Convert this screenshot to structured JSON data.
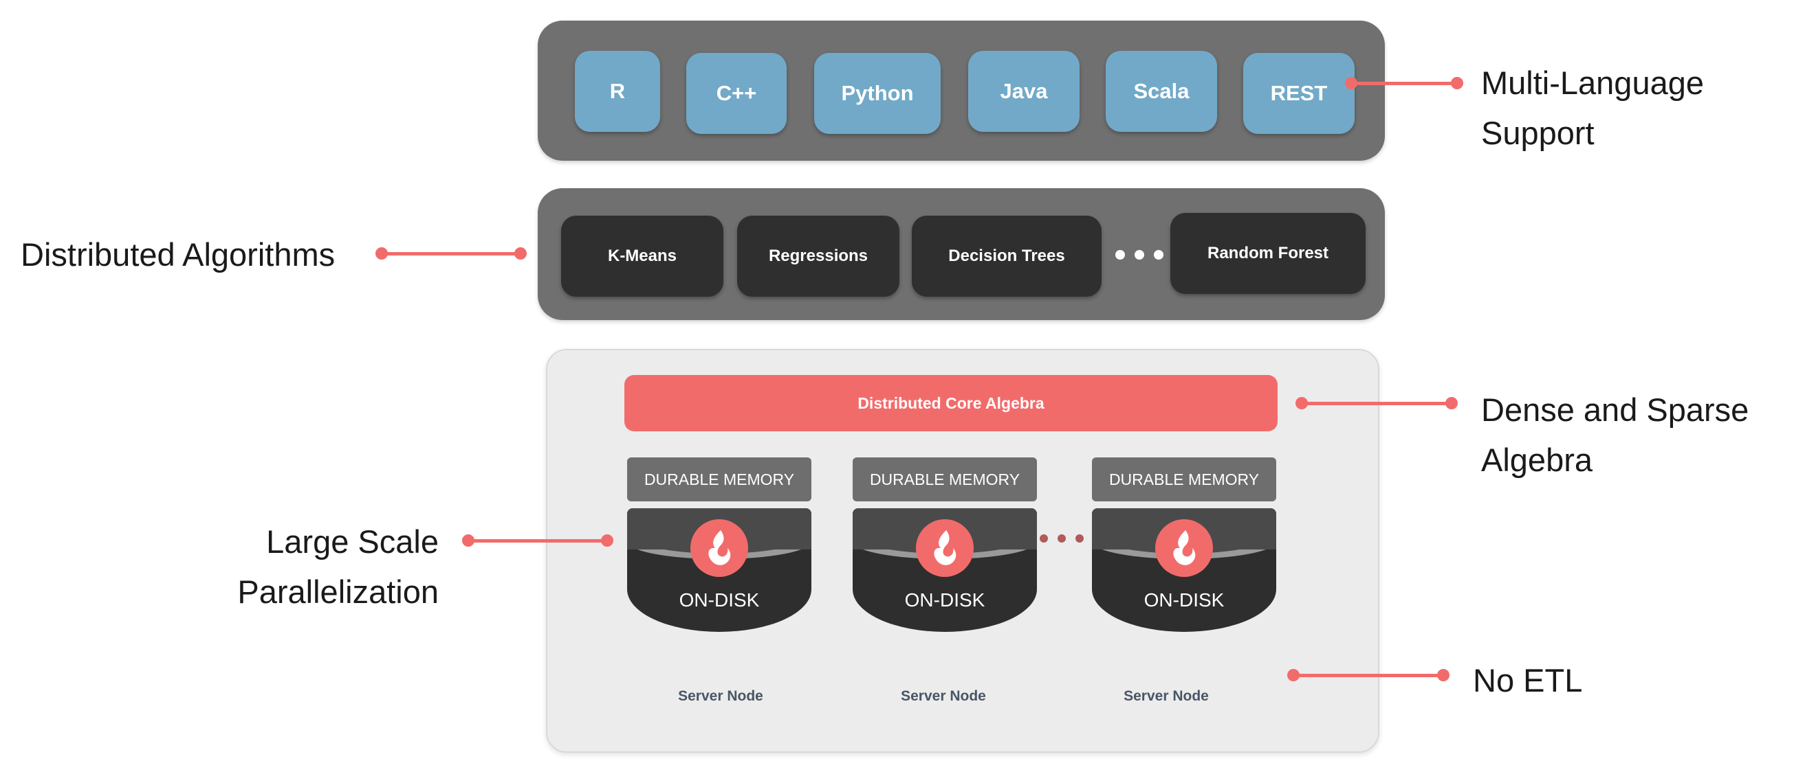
{
  "languages": [
    "R",
    "C++",
    "Python",
    "Java",
    "Scala",
    "REST"
  ],
  "algorithms": [
    "K-Means",
    "Regressions",
    "Decision Trees",
    "Random Forest"
  ],
  "core_algebra": "Distributed Core Algebra",
  "nodes": [
    {
      "memory": "DURABLE MEMORY",
      "disk": "ON-DISK",
      "caption": "Server Node"
    },
    {
      "memory": "DURABLE MEMORY",
      "disk": "ON-DISK",
      "caption": "Server Node"
    },
    {
      "memory": "DURABLE MEMORY",
      "disk": "ON-DISK",
      "caption": "Server Node"
    }
  ],
  "callouts": {
    "multi_language": [
      "Multi-Language",
      "Support"
    ],
    "distributed_algorithms": "Distributed Algorithms",
    "dense_sparse": [
      "Dense and Sparse",
      "Algebra"
    ],
    "large_scale": [
      "Large Scale",
      "Parallelization"
    ],
    "no_etl": "No ETL"
  },
  "colors": {
    "accent": "#f26b6b",
    "language_chip": "#72a9c8",
    "algorithm_chip": "#2f2f2f",
    "panel_dark": "#707070",
    "panel_light": "#ececec"
  },
  "icons": {
    "node_logo": "flame-logo-icon"
  }
}
